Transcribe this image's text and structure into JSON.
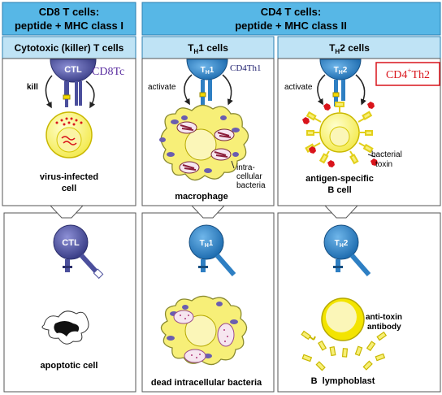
{
  "headers": {
    "cd8_line1": "CD8 T cells:",
    "cd8_line2": "peptide + MHC class I",
    "cd4_line1": "CD4 T cells:",
    "cd4_line2": "peptide + MHC class II"
  },
  "subheaders": {
    "ctl": "Cytotoxic (killer) T cells",
    "th1": "T",
    "th1_sub": "H",
    "th1_rest": "1 cells",
    "th2": "T",
    "th2_sub": "H",
    "th2_rest": "2 cells"
  },
  "annotations": {
    "cd8tc": "CD8Tc",
    "cd4th1": "CD4Th1",
    "cd4th2_main": "CD4",
    "cd4th2_sup": "+",
    "cd4th2_rest": "Th2"
  },
  "cells": {
    "ctl": "CTL",
    "th_t": "T",
    "th_h": "H",
    "th1_num": "1",
    "th2_num": "2"
  },
  "top_panel": {
    "kill": "kill",
    "activate_1": "activate",
    "activate_2": "activate",
    "virus_1": "virus-infected",
    "virus_2": "cell",
    "macrophage": "macrophage",
    "intra_1": "intra-",
    "intra_2": "cellular",
    "intra_3": "bacteria",
    "bact_toxin_1": "bacterial",
    "bact_toxin_2": "toxin",
    "antigen_1": "antigen-specific",
    "antigen_2": "B cell"
  },
  "bottom_panel": {
    "apoptotic": "apoptotic cell",
    "dead_bact": "dead intracellular bacteria",
    "anti_toxin_1": "anti-toxin",
    "anti_toxin_2": "antibody",
    "lymphoblast": "B  lymphoblast"
  },
  "colors": {
    "header_bg": "#57b7e6",
    "subheader_bg": "#bfe3f5",
    "ctl_cell": "#4b4f9c",
    "th_cell": "#2e7fc3",
    "yellow": "#f7ef78",
    "accent_red": "#d9141b",
    "annotation_purple": "#5a2ea0"
  }
}
